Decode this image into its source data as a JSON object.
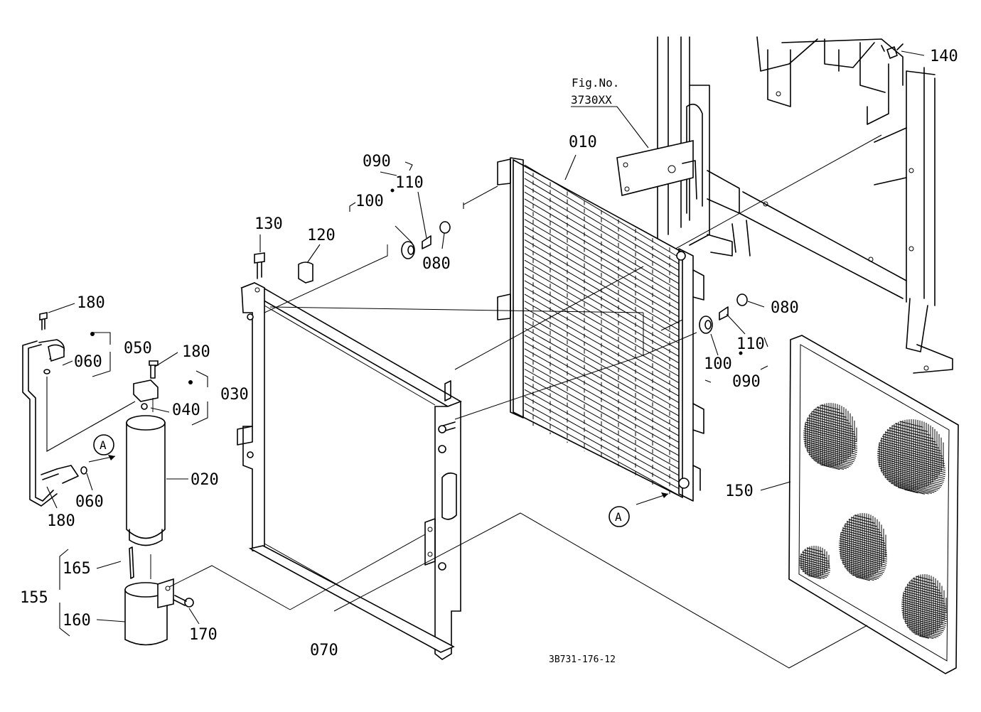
{
  "figure_ref": {
    "line1": "Fig.No.",
    "line2": "3730XX"
  },
  "diagram_code": "3B731-176-12",
  "callout_letter": "A",
  "part_labels": {
    "p010": "010",
    "p020": "020",
    "p030": "030",
    "p040": "040",
    "p050": "050",
    "p060a": "060",
    "p060b": "060",
    "p070": "070",
    "p080a": "080",
    "p080b": "080",
    "p090a": "090",
    "p090b": "090",
    "p100a": "100",
    "p100b": "100",
    "p110a": "110",
    "p110b": "110",
    "p120": "120",
    "p130": "130",
    "p140": "140",
    "p150": "150",
    "p155": "155",
    "p160": "160",
    "p165": "165",
    "p170": "170",
    "p180a": "180",
    "p180b": "180",
    "p180c": "180"
  }
}
